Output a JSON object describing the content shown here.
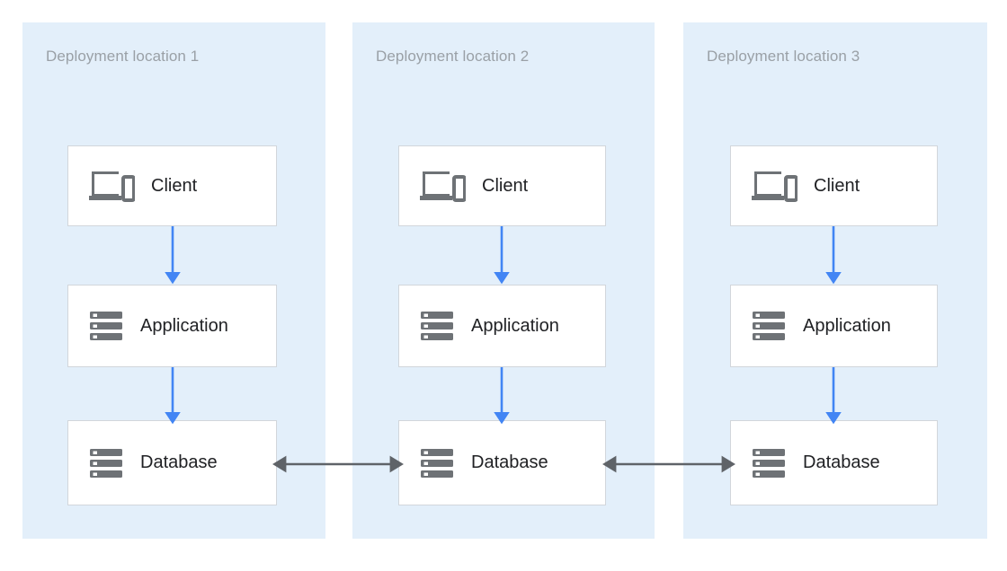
{
  "diagram": {
    "title_visible": false,
    "background_color": "#ffffff",
    "panel_color": "#E3EFFA",
    "node_fill": "#ffffff",
    "node_border": "#D2D6DB",
    "vertical_arrow_color": "#4285F4",
    "horizontal_arrow_color": "#5F6368",
    "title_color": "#9AA0A6",
    "label_color": "#202124",
    "icon_color": "#6E7276"
  },
  "panels": [
    {
      "title": "Deployment location 1",
      "nodes": [
        {
          "label": "Client",
          "icon": "client-devices-icon"
        },
        {
          "label": "Application",
          "icon": "server-stack-icon"
        },
        {
          "label": "Database",
          "icon": "server-stack-icon"
        }
      ]
    },
    {
      "title": "Deployment location 2",
      "nodes": [
        {
          "label": "Client",
          "icon": "client-devices-icon"
        },
        {
          "label": "Application",
          "icon": "server-stack-icon"
        },
        {
          "label": "Database",
          "icon": "server-stack-icon"
        }
      ]
    },
    {
      "title": "Deployment location 3",
      "nodes": [
        {
          "label": "Client",
          "icon": "client-devices-icon"
        },
        {
          "label": "Application",
          "icon": "server-stack-icon"
        },
        {
          "label": "Database",
          "icon": "server-stack-icon"
        }
      ]
    }
  ],
  "connections": {
    "vertical": [
      {
        "from": "Client",
        "to": "Application",
        "direction": "down",
        "panel": 1
      },
      {
        "from": "Application",
        "to": "Database",
        "direction": "down",
        "panel": 1
      },
      {
        "from": "Client",
        "to": "Application",
        "direction": "down",
        "panel": 2
      },
      {
        "from": "Application",
        "to": "Database",
        "direction": "down",
        "panel": 2
      },
      {
        "from": "Client",
        "to": "Application",
        "direction": "down",
        "panel": 3
      },
      {
        "from": "Application",
        "to": "Database",
        "direction": "down",
        "panel": 3
      }
    ],
    "horizontal": [
      {
        "from": "Database (location 1)",
        "to": "Database (location 2)",
        "direction": "bidirectional"
      },
      {
        "from": "Database (location 2)",
        "to": "Database (location 3)",
        "direction": "bidirectional"
      }
    ]
  }
}
